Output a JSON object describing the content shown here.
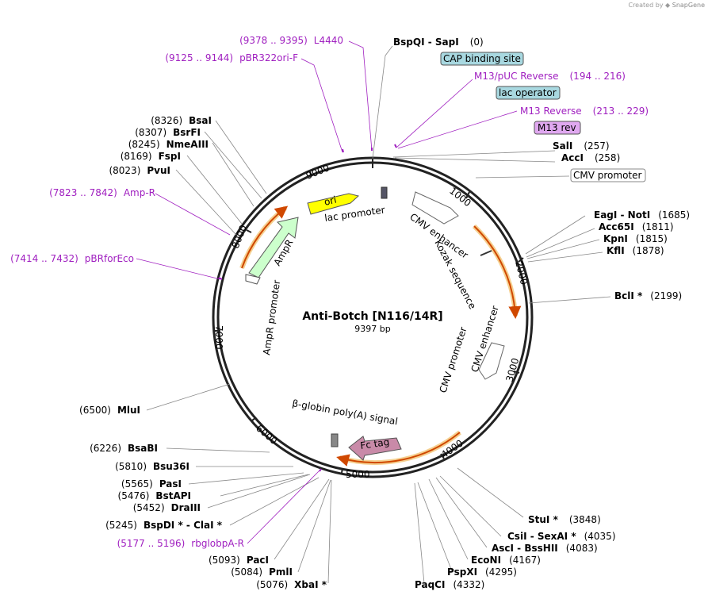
{
  "credit": {
    "prefix": "Created by",
    "brand": "SnapGene"
  },
  "plasmid": {
    "name": "Anti-Botch [N116/14R]",
    "size": "9397 bp"
  },
  "ticks": [
    "1000",
    "2000",
    "3000",
    "4000",
    "5000",
    "6000",
    "7000",
    "8000",
    "9000"
  ],
  "enzymes": [
    {
      "name": "BspQI - SapI",
      "pos": "(0)"
    },
    {
      "name": "SalI",
      "pos": "(257)"
    },
    {
      "name": "AccI",
      "pos": "(258)"
    },
    {
      "name": "EagI - NotI",
      "pos": "(1685)"
    },
    {
      "name": "Acc65I",
      "pos": "(1811)"
    },
    {
      "name": "KpnI",
      "pos": "(1815)"
    },
    {
      "name": "KflI",
      "pos": "(1878)"
    },
    {
      "name": "BclI *",
      "pos": "(2199)"
    },
    {
      "name": "StuI *",
      "pos": "(3848)"
    },
    {
      "name": "CsiI - SexAI *",
      "pos": "(4035)"
    },
    {
      "name": "AscI - BssHII",
      "pos": "(4083)"
    },
    {
      "name": "EcoNI",
      "pos": "(4167)"
    },
    {
      "name": "PspXI",
      "pos": "(4295)"
    },
    {
      "name": "PaqCI",
      "pos": "(4332)"
    },
    {
      "name": "XbaI *",
      "pos": "(5076)"
    },
    {
      "name": "PmlI",
      "pos": "(5084)"
    },
    {
      "name": "PacI",
      "pos": "(5093)"
    },
    {
      "name": "BspDI * - ClaI *",
      "pos": "(5245)"
    },
    {
      "name": "DraIII",
      "pos": "(5452)"
    },
    {
      "name": "BstAPI",
      "pos": "(5476)"
    },
    {
      "name": "PasI",
      "pos": "(5565)"
    },
    {
      "name": "Bsu36I",
      "pos": "(5810)"
    },
    {
      "name": "BsaBI",
      "pos": "(6226)"
    },
    {
      "name": "MluI",
      "pos": "(6500)"
    },
    {
      "name": "PvuI",
      "pos": "(8023)"
    },
    {
      "name": "FspI",
      "pos": "(8169)"
    },
    {
      "name": "NmeAIII",
      "pos": "(8245)"
    },
    {
      "name": "BsrFI",
      "pos": "(8307)"
    },
    {
      "name": "BsaI",
      "pos": "(8326)"
    }
  ],
  "primers": [
    {
      "name": "L4440",
      "pos": "(9378 .. 9395)"
    },
    {
      "name": "pBR322ori-F",
      "pos": "(9125 .. 9144)"
    },
    {
      "name": "M13/pUC Reverse",
      "pos": "(194 .. 216)"
    },
    {
      "name": "M13 Reverse",
      "pos": "(213 .. 229)"
    },
    {
      "name": "Amp-R",
      "pos": "(7823 .. 7842)"
    },
    {
      "name": "pBRforEco",
      "pos": "(7414 .. 7432)"
    },
    {
      "name": "rbglobpA-R",
      "pos": "(5177 .. 5196)"
    }
  ],
  "boxed_features": [
    {
      "name": "CAP binding site",
      "color": "#a8d8e0"
    },
    {
      "name": "lac operator",
      "color": "#a8d8e0"
    },
    {
      "name": "M13 rev",
      "color": "#e0a8f0"
    },
    {
      "name": "CMV promoter",
      "color": "#ffffff"
    }
  ],
  "features": {
    "ori": "ori",
    "lac_promoter": "lac promoter",
    "cmv_enhancer_1": "CMV enhancer",
    "kozak": "Kozak sequence",
    "cmv_enhancer_2": "CMV enhancer",
    "cmv_promoter": "CMV promoter",
    "ampr": "AmpR",
    "ampr_promoter": "AmpR promoter",
    "bglobin": "β-globin poly(A) signal",
    "fc_tag": "Fc tag"
  },
  "colors": {
    "ori": "#ffff00",
    "ampr": "#ccffcc",
    "fc_tag": "#c98aa8",
    "orf_arc": "#e8a040",
    "primer": "#a020c0",
    "boxed_blue": "#a8d8e0",
    "boxed_purple": "#e0a8f0"
  }
}
